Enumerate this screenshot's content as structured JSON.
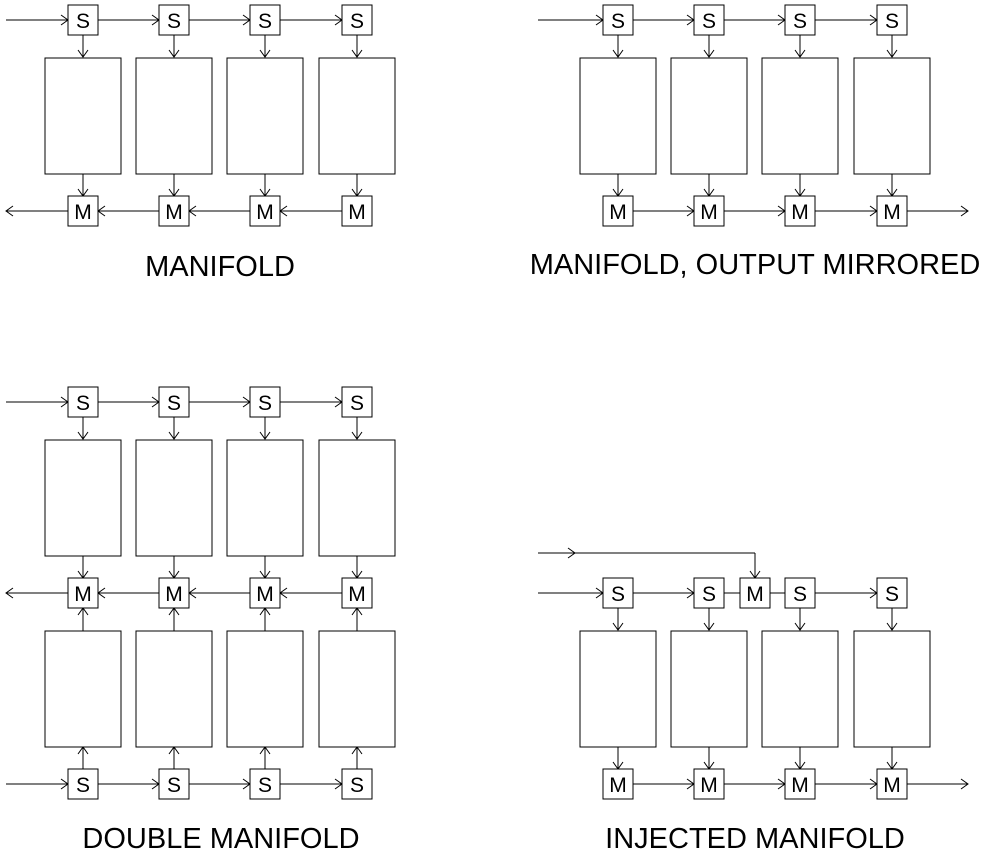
{
  "nodes": {
    "splitter": "S",
    "merger": "M"
  },
  "panels": [
    {
      "id": "manifold",
      "caption": "MANIFOLD"
    },
    {
      "id": "manifold-output-mirrored",
      "caption": "MANIFOLD, OUTPUT MIRRORED"
    },
    {
      "id": "double-manifold",
      "caption": "DOUBLE MANIFOLD"
    },
    {
      "id": "injected-manifold",
      "caption": "INJECTED MANIFOLD"
    }
  ],
  "colors": {
    "line": "#000000",
    "background": "#ffffff"
  }
}
